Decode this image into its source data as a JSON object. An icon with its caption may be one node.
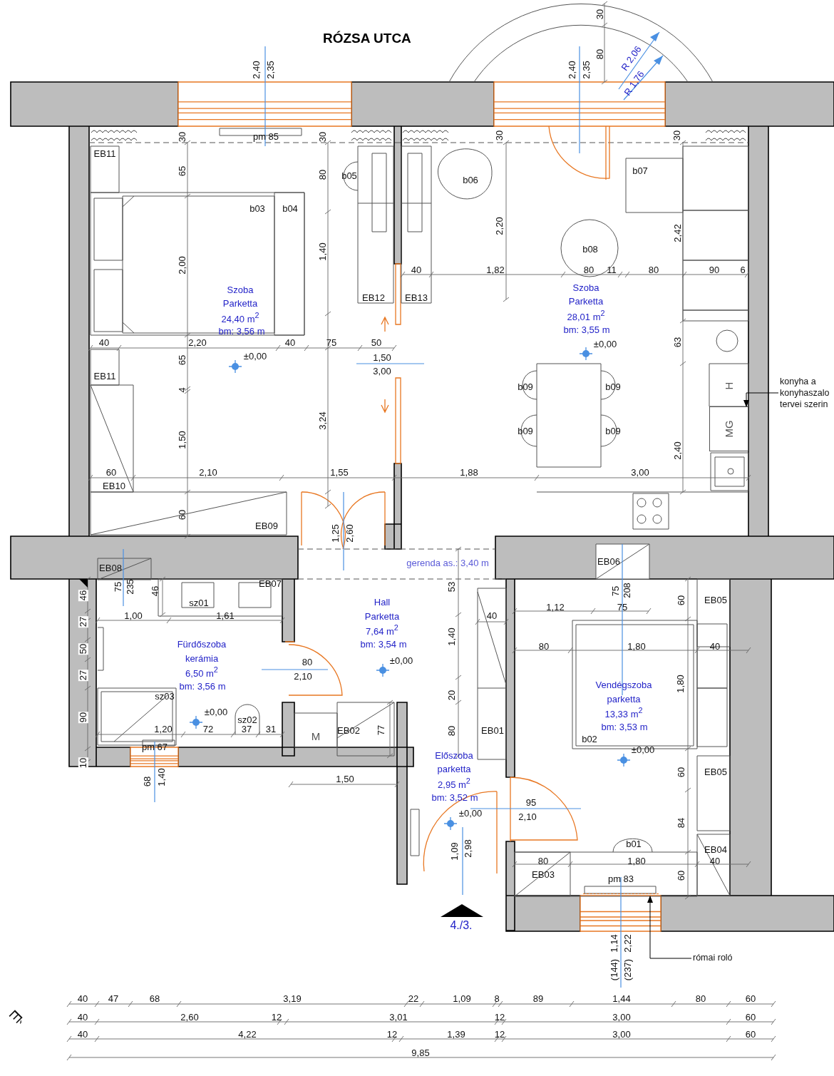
{
  "diagram": {
    "title": "RÓZSA UTCA",
    "nodes": [
      {
        "text": [
          "konyha a konyhaszalo tervei szerin"
        ]
      },
      {
        "text": [
          "római roló"
        ]
      },
      {
        "text": [
          "MG"
        ]
      },
      {
        "text": [],
        "shape": "bar"
      }
    ],
    "edges": [
      {
        "from": 0,
        "to": 2,
        "arrow": "to"
      },
      {
        "from": 1,
        "to": 3,
        "arrow": "to"
      }
    ],
    "labels": [
      "30",
      "80",
      "2,40",
      "2,35",
      "2,40",
      "2,35",
      "R 2,06",
      "R 1,76",
      "30",
      "pm 85",
      "30",
      "30",
      "30",
      "EB11",
      "65",
      "80",
      "b05",
      "b06",
      "b07",
      "b03",
      "b04",
      "2,20",
      "2,42",
      "b08",
      "1,40",
      "2,00",
      "40",
      "1,82",
      "80",
      "11",
      "80",
      "90",
      "6",
      "Szoba",
      "Parketta",
      "24,40 m$^{2}$",
      "bm: 3,56 m",
      "EB12",
      "EB13",
      "Szoba",
      "Parketta",
      "28,01 m$^{2}$",
      "bm: 3,55 m",
      "63",
      "40",
      "2,20",
      "40",
      "75",
      "50",
      "±0,00",
      "±0,00",
      "1,50",
      "3,00",
      "65",
      "EB11",
      "b09",
      "b09",
      "H",
      "4",
      "3,24",
      "b09",
      "b09",
      "1,50",
      "2,40",
      "60",
      "2,10",
      "1,55",
      "1,88",
      "3,00",
      "EB10",
      "60",
      "EB09",
      "1,25",
      "2,60",
      "gerenda as.: 3,40 m",
      "EB06",
      "EB08",
      "EB07",
      "75",
      "235",
      "46",
      "46",
      "75",
      "208",
      "53",
      "60",
      "EB05",
      "sz01",
      "Hall",
      "Parketta",
      "7,64 m$^{2}$",
      "bm: 3,54 m",
      "1,12",
      "75",
      "27",
      "1,00",
      "1,61",
      "40",
      "1,40",
      "Fürdőszoba",
      "kerámia",
      "6,50 m$^{2}$",
      "bm: 3,56 m",
      "80",
      "1,80",
      "40",
      "50",
      "80",
      "2,10",
      "±0,00",
      "27",
      "1,80",
      "Vendégszoba",
      "parketta",
      "13,33 m$^{2}$",
      "bm: 3,53 m",
      "20",
      "sz03",
      "±0,00",
      "90",
      "sz02",
      "1,20",
      "72",
      "37",
      "31",
      "M",
      "EB02",
      "77",
      "80",
      "EB01",
      "b02",
      "pm 67",
      "±0,00",
      "10",
      "Előszoba",
      "parketta",
      "2,95 m$^{2}$",
      "bm: 3,52 m",
      "60",
      "EB05",
      "68",
      "1,40",
      "1,50",
      "95",
      "2,10",
      "±0,00",
      "84",
      "1,09",
      "2,98",
      "b01",
      "EB04",
      "80",
      "1,80",
      "40",
      "EB03",
      "60",
      "pm 83",
      "4./3.",
      "1,14",
      "2,22",
      "(144)",
      "(237)",
      "40",
      "47",
      "68",
      "3,19",
      "22",
      "1,09",
      "8",
      "89",
      "1,44",
      "80",
      "60",
      "40",
      "2,60",
      "12",
      "3,01",
      "12",
      "3,00",
      "60",
      "40",
      "4,22",
      "12",
      "1,39",
      "12",
      "3,00",
      "60",
      "9,85",
      "É"
    ]
  }
}
